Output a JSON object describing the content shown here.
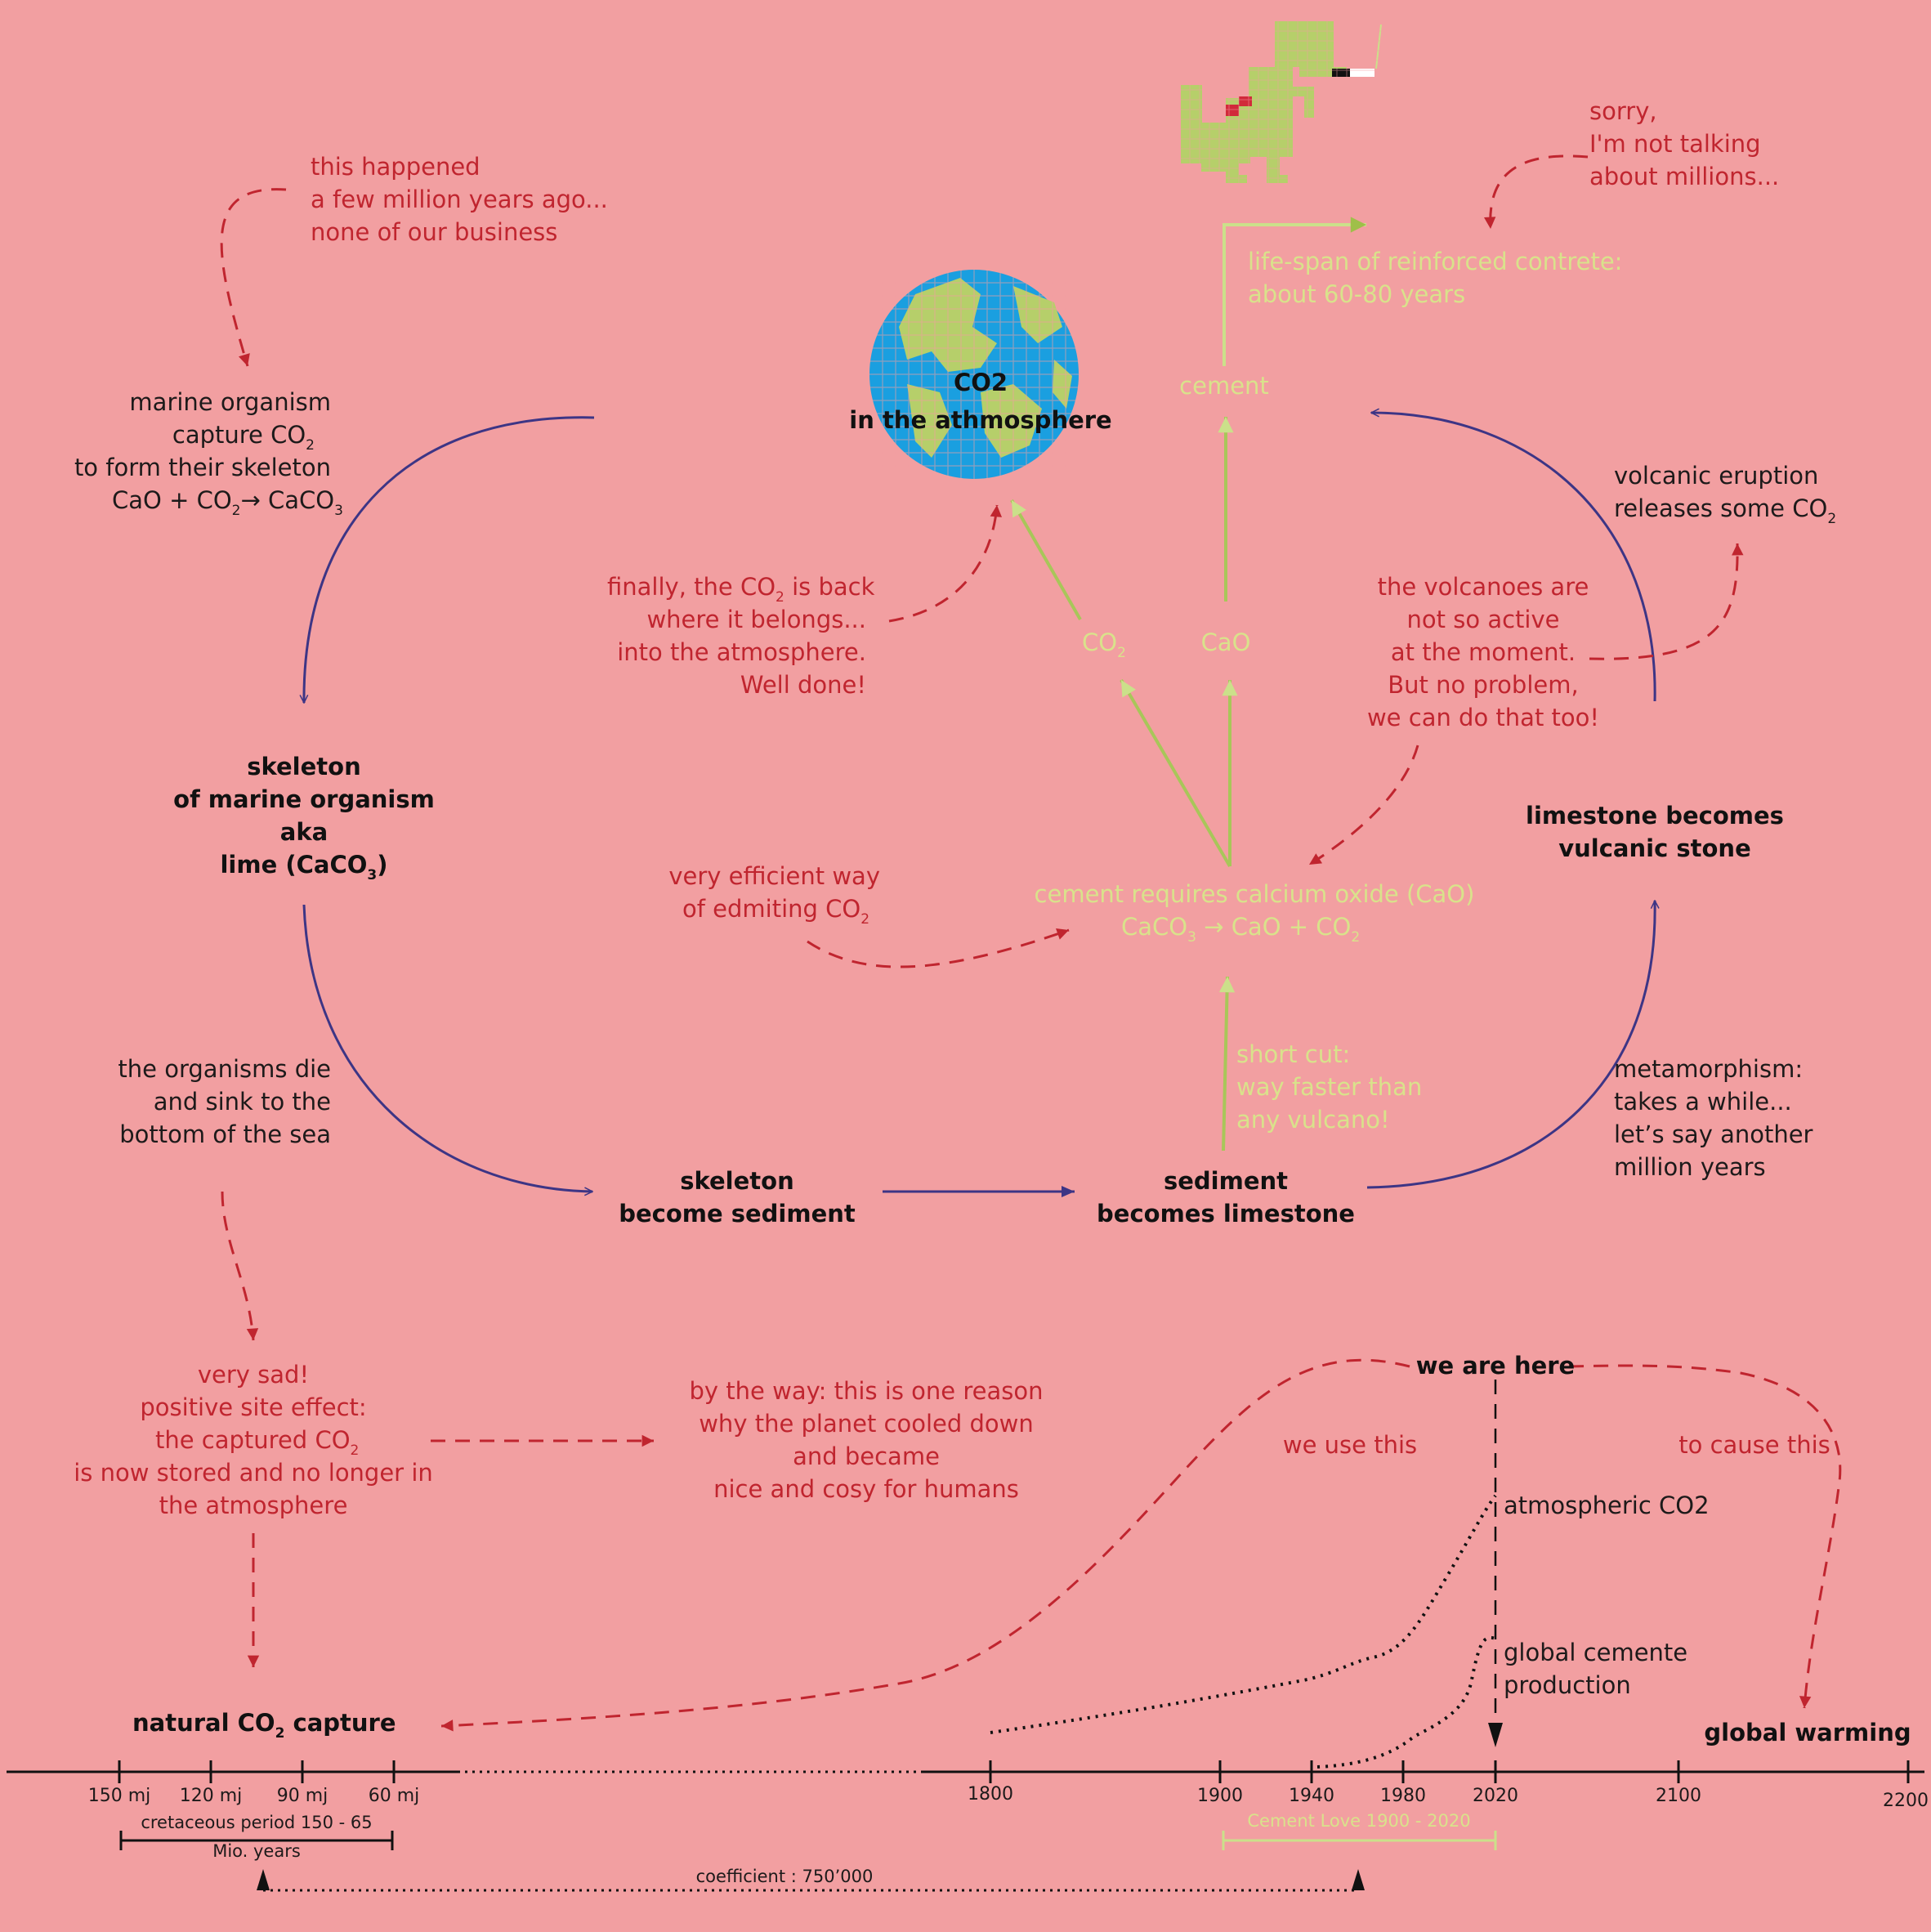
{
  "colors": {
    "background": "#f29fa1",
    "cycle_arrow": "#3d3585",
    "red_text": "#c0252f",
    "green_text": "#d9e28b",
    "green_arrow": "#9fbf49",
    "globe_blue": "#1a9fe0",
    "globe_green": "#b6cf6a"
  },
  "icons": [
    "globe-icon",
    "dinosaur-icon"
  ],
  "center": {
    "title_line1": "CO2",
    "title_line2": "in the athmosphere"
  },
  "cycle": {
    "marine_capture": {
      "line1": "marine organism",
      "line2a": "capture CO",
      "line3": "to form their skeleton",
      "line4a": "CaO + CO",
      "line4b": "CaCO",
      "sub2": "2",
      "sub3": "3"
    },
    "skeleton": {
      "line1": "skeleton",
      "line2": "of marine organism",
      "line3": "aka",
      "line4a": "lime (CaCO",
      "line4b": ")",
      "sub3": "3"
    },
    "organisms_die": {
      "line1": "the organisms die",
      "line2": "and sink to the",
      "line3": "bottom of the sea"
    },
    "skeleton_sediment": {
      "line1": "skeleton",
      "line2": "become sediment"
    },
    "sediment_limestone": {
      "line1": "sediment",
      "line2": "becomes limestone"
    },
    "metamorphism": {
      "line1": "metamorphism:",
      "line2": "takes a while...",
      "line3": "let’s say another",
      "line4": "million years"
    },
    "limestone_vulcanic": {
      "line1": "limestone becomes",
      "line2": "vulcanic stone"
    },
    "volcanic_eruption": {
      "line1": "volcanic eruption",
      "line2a": "releases some CO",
      "sub2": "2"
    }
  },
  "cement": {
    "requires_line1": "cement requires calcium oxide (CaO)",
    "eq_a": "CaCO",
    "eq_b": "CaO + CO",
    "sub2": "2",
    "sub3": "3",
    "co2_label": "CO",
    "cao_label": "CaO",
    "cement_label": "cement",
    "lifespan_line1": "life-span of reinforced contrete:",
    "lifespan_line2": "about 60-80 years",
    "shortcut_line1": "short cut:",
    "shortcut_line2": "way faster than",
    "shortcut_line3": "any vulcano!"
  },
  "comments": {
    "happened": {
      "line1": "this happened",
      "line2": "a few million years ago...",
      "line3": "none of our business"
    },
    "sorry": {
      "line1": "sorry,",
      "line2": "I'm not talking",
      "line3": "about millions..."
    },
    "finally": {
      "line1a": "finally, the CO",
      "line1b": " is back",
      "line2": "where it belongs...",
      "line3": "into the atmosphere.",
      "line4": "Well done!",
      "sub2": "2"
    },
    "volcanoes": {
      "line1": "the volcanoes are",
      "line2": "not so active",
      "line3": "at the moment.",
      "line4": "But no problem,",
      "line5": "we can do that too!"
    },
    "efficient": {
      "line1": "very efficient way",
      "line2a": "of edmiting CO",
      "sub2": "2"
    },
    "sad": {
      "line1": "very sad!",
      "line2": "positive site effect:",
      "line3a": "the captured CO",
      "line4": "is now stored and no longer in",
      "line5": "the atmosphere",
      "sub2": "2"
    },
    "by_the_way": {
      "line1": "by the way: this is one reason",
      "line2": "why the planet cooled down",
      "line3": "and became",
      "line4": "nice and cosy for humans"
    }
  },
  "timeline": {
    "we_are_here": "we are here",
    "we_use_this": "we use this",
    "to_cause_this": "to cause this",
    "atmospheric_co2": "atmospheric CO2",
    "cement_production_line1": "global cemente",
    "cement_production_line2": "production",
    "natural_capture_a": "natural CO",
    "natural_capture_b": " capture",
    "natural_sub": "2",
    "global_warming": "global warming",
    "ticks_left": [
      "150 mj",
      "120 mj",
      "90 mj",
      "60 mj"
    ],
    "ticks_right": [
      "1800",
      "1900",
      "1940",
      "1980",
      "2020",
      "2100",
      "2200"
    ],
    "cretaceous_line1": "cretaceous period 150 - 65",
    "cretaceous_line2": "Mio. years",
    "cement_love": "Cement Love 1900 - 2020",
    "coefficient": "coefficient : 750’000"
  }
}
